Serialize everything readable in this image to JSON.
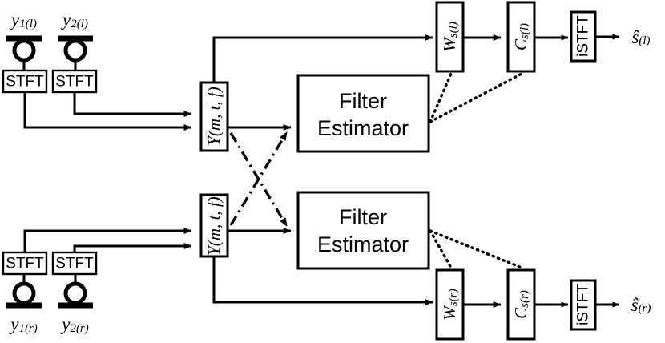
{
  "diagram": {
    "title": "Binaural speech enhancement signal flow block diagram",
    "stroke_color": "#000000",
    "background_color": "#ffffff"
  },
  "channels": [
    {
      "id": "left",
      "suffix": "(l)",
      "microphones": [
        {
          "name": "mic-1-left",
          "label_base": "y",
          "label_sub": "1(l)",
          "icon": "microphone-icon"
        },
        {
          "name": "mic-2-left",
          "label_base": "y",
          "label_sub": "2(l)",
          "icon": "microphone-icon"
        }
      ],
      "stft_blocks": [
        {
          "name": "stft-left-1",
          "label": "STFT"
        },
        {
          "name": "stft-left-2",
          "label": "STFT"
        }
      ],
      "stack_block": {
        "name": "y-block-left",
        "label": "Y(m, t, f)"
      },
      "estimator_block": {
        "name": "filter-estimator-left",
        "line1": "Filter",
        "line2": "Estimator"
      },
      "filter_block": {
        "name": "w-block-left",
        "label_base": "W",
        "label_sub": "s(l)"
      },
      "compensation_block": {
        "name": "c-block-left",
        "label_base": "C",
        "label_sub": "s(l)"
      },
      "istft_block": {
        "name": "istft-left",
        "label": "iSTFT"
      },
      "output": {
        "name": "output-left",
        "label_base": "ŝ",
        "label_sub": "(l)"
      }
    },
    {
      "id": "right",
      "suffix": "(r)",
      "microphones": [
        {
          "name": "mic-1-right",
          "label_base": "y",
          "label_sub": "1(r)",
          "icon": "microphone-icon"
        },
        {
          "name": "mic-2-right",
          "label_base": "y",
          "label_sub": "2(r)",
          "icon": "microphone-icon"
        }
      ],
      "stft_blocks": [
        {
          "name": "stft-right-1",
          "label": "STFT"
        },
        {
          "name": "stft-right-2",
          "label": "STFT"
        }
      ],
      "stack_block": {
        "name": "y-block-right",
        "label": "Y(m, t, f)"
      },
      "estimator_block": {
        "name": "filter-estimator-right",
        "line1": "Filter",
        "line2": "Estimator"
      },
      "filter_block": {
        "name": "w-block-right",
        "label_base": "W",
        "label_sub": "s(r)"
      },
      "compensation_block": {
        "name": "c-block-right",
        "label_base": "C",
        "label_sub": "s(r)"
      },
      "istft_block": {
        "name": "istft-right",
        "label": "iSTFT"
      },
      "output": {
        "name": "output-right",
        "label_base": "ŝ",
        "label_sub": "(r)"
      }
    }
  ],
  "connections": {
    "solid_arrow_style": "solid line with filled triangular arrowhead",
    "cross_channel_style": "dash-dot line with filled arrowhead",
    "tap_style": "dotted line"
  }
}
